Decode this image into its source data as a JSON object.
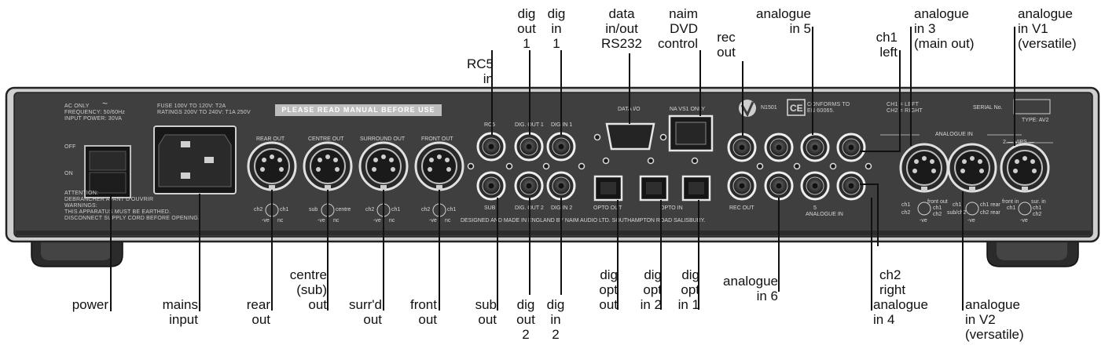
{
  "callouts_top": [
    {
      "id": "rc5-in",
      "lines": [
        "RC5",
        "in"
      ]
    },
    {
      "id": "dig-out-1",
      "lines": [
        "dig",
        "out",
        "1"
      ]
    },
    {
      "id": "dig-in-1",
      "lines": [
        "dig",
        "in",
        "1"
      ]
    },
    {
      "id": "data-inout",
      "lines": [
        "data",
        "in/out",
        "RS232"
      ]
    },
    {
      "id": "naim-dvd",
      "lines": [
        "naim",
        "DVD",
        "control"
      ]
    },
    {
      "id": "rec-out",
      "lines": [
        "rec",
        "out"
      ]
    },
    {
      "id": "analogue-in-5",
      "lines": [
        "analogue",
        "in 5"
      ]
    },
    {
      "id": "ch1-left",
      "lines": [
        "ch1",
        "left"
      ]
    },
    {
      "id": "analogue-in-3",
      "lines": [
        "analogue",
        "in 3",
        "(main out)"
      ]
    },
    {
      "id": "analogue-in-v1",
      "lines": [
        "analogue",
        "in V1",
        "(versatile)"
      ]
    }
  ],
  "callouts_bottom": [
    {
      "id": "power",
      "lines": [
        "power"
      ]
    },
    {
      "id": "mains-input",
      "lines": [
        "mains",
        "input"
      ]
    },
    {
      "id": "rear-out",
      "lines": [
        "rear",
        "out"
      ]
    },
    {
      "id": "centre-out",
      "lines": [
        "centre",
        "(sub)",
        "out"
      ]
    },
    {
      "id": "surrd-out",
      "lines": [
        "surr'd",
        "out"
      ]
    },
    {
      "id": "front-out",
      "lines": [
        "front",
        "out"
      ]
    },
    {
      "id": "sub-out",
      "lines": [
        "sub",
        "out"
      ]
    },
    {
      "id": "dig-out-2",
      "lines": [
        "dig",
        "out",
        "2"
      ]
    },
    {
      "id": "dig-in-2",
      "lines": [
        "dig",
        "in",
        "2"
      ]
    },
    {
      "id": "dig-opt-out",
      "lines": [
        "dig",
        "opt",
        "out"
      ]
    },
    {
      "id": "dig-opt-in-2",
      "lines": [
        "dig",
        "opt",
        "in 2"
      ]
    },
    {
      "id": "dig-opt-in-1",
      "lines": [
        "dig",
        "opt",
        "in 1"
      ]
    },
    {
      "id": "analogue-in-6",
      "lines": [
        "analogue",
        "in 6"
      ]
    },
    {
      "id": "ch2-right",
      "lines": [
        "ch2",
        "right"
      ]
    },
    {
      "id": "analogue-in-4",
      "lines": [
        "analogue",
        "in 4"
      ]
    },
    {
      "id": "analogue-in-v2",
      "lines": [
        "analogue",
        "in V2",
        "(versatile)"
      ]
    }
  ],
  "panel": {
    "ac_block": [
      "AC ONLY",
      "FREQUENCY:  50/60Hz",
      "INPUT POWER:  30VA"
    ],
    "ac_symbol": "~",
    "fuse_block": [
      "FUSE      100V TO 120V: T2A",
      "RATINGS  200V TO 240V: T1A  250V"
    ],
    "banner": "PLEASE READ MANUAL BEFORE USE",
    "off": "OFF",
    "on": "ON",
    "attention": [
      "ATTENTION:",
      "DEBRANCHER AVANT D'OUVRIR",
      "WARNINGS:",
      "THIS APPARATUS MUST BE EARTHED.",
      "DISCONNECT SUPPLY CORD BEFORE OPENING."
    ],
    "din_labels": [
      "REAR OUT",
      "CENTRE OUT",
      "SURROUND OUT",
      "FRONT OUT"
    ],
    "din_pins": [
      [
        "ch2",
        "ch1",
        "-ve",
        "nc"
      ],
      [
        "sub",
        "centre",
        "-ve",
        "nc"
      ],
      [
        "ch2",
        "ch1",
        "-ve",
        "nc"
      ],
      [
        "ch2",
        "ch1",
        "-ve",
        "nc"
      ]
    ],
    "rca_top_labels": [
      "RC5",
      "DIG. OUT 1",
      "DIG IN 1"
    ],
    "rca_bottom_labels": [
      "SUB",
      "DIG. OUT 2",
      "DIG IN 2"
    ],
    "data_io": "DATA I/O",
    "navs1": "NA VS1 ONLY",
    "opto_out": "OPTO OUT",
    "opto_in": "OPTO IN",
    "model": "N1501",
    "ce": "CE",
    "conforms": [
      "CONFORMS TO",
      "EN 60065."
    ],
    "rec_out": "REC OUT",
    "analogue_in": "ANALOGUE IN",
    "analogue_in_num": "5",
    "channel_note": [
      "CH1 = LEFT",
      "CH2 = RIGHT"
    ],
    "serial": "SERIAL  No.",
    "type": "TYPE: AV2",
    "analogue_in_right": "ANALOGUE IN",
    "vips": "2 —  VIPS  —",
    "din_right_pins": [
      [
        "ch1",
        "ch2",
        "front out",
        "ch1",
        "ch2",
        "-ve"
      ],
      [
        "ch1 rear",
        "ch1",
        "ch2 rear",
        "sub/ch2",
        "-ve"
      ],
      [
        "front in",
        "ch1",
        "sur. in",
        "ch1",
        "ch2",
        "-ve"
      ]
    ],
    "made_in": "DESIGNED AND MADE IN ENGLAND BY NAIM AUDIO LTD. SOUTHAMPTON ROAD SALISBURY."
  }
}
